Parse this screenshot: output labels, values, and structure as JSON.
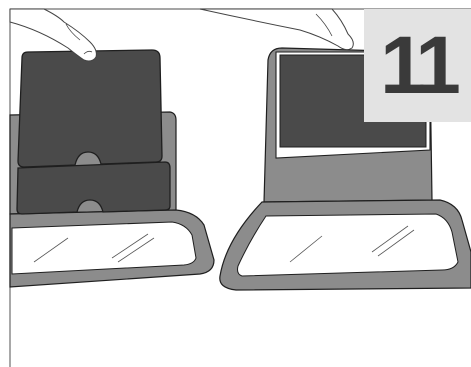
{
  "step": {
    "number": "11"
  },
  "colors": {
    "background": "#ffffff",
    "frame": "#6f6f6f",
    "panel_dark": "#4a4a4a",
    "panel_outline": "#1f1f1f",
    "tray_fill": "#8c8c8c",
    "number_box": "#e3e3e3",
    "number_text": "#3a3a3a"
  },
  "figures": [
    {
      "name": "left-assembly",
      "description_icons": [
        "hand-icon",
        "panel-stack-icon",
        "seat-tray-icon"
      ]
    },
    {
      "name": "right-assembly",
      "description_icons": [
        "hand-icon",
        "seated-panel-icon",
        "seat-tray-icon"
      ]
    }
  ]
}
